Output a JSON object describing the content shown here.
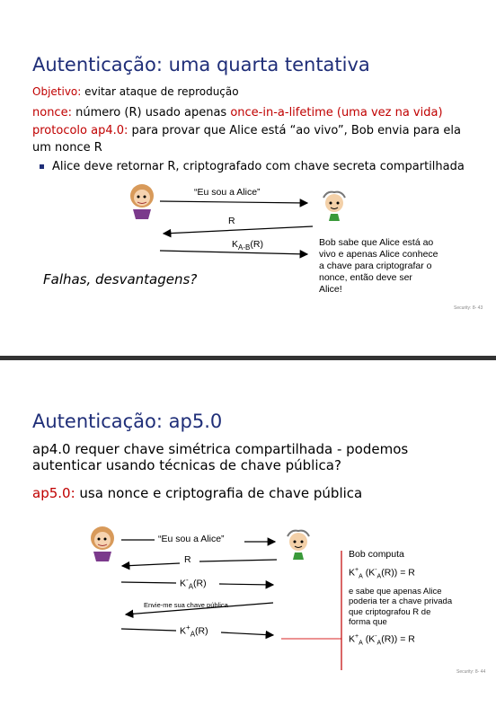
{
  "slide1": {
    "title": "Autenticação: uma quarta tentativa",
    "goal_label": "Objetivo:",
    "goal_text": " evitar ataque de reprodução",
    "nonce_label": "nonce:",
    "nonce_text": " número (R) usado apenas ",
    "nonce_highlight": "once-in-a-lifetime (uma vez na vida)",
    "protocol_label": "protocolo ap4.0:",
    "protocol_text1": " para provar que Alice está “ao vivo”, Bob envia para ela",
    "protocol_text2": "um nonce R",
    "bullet": "Alice deve retornar R, criptografado com chave secreta compartilhada",
    "msg1": "“Eu sou a Alice”",
    "msg2": "R",
    "msg3_key": "K",
    "msg3_sub": "A-B",
    "msg3_arg": "(R)",
    "bob_note": [
      "Bob sabe que Alice está ao",
      "vivo e apenas Alice conhece",
      "a chave para criptografar o",
      "nonce, então deve ser",
      "Alice!"
    ],
    "question": "Falhas, desvantagens?",
    "footer": "Security: 8- 43"
  },
  "slide2": {
    "title": "Autenticação: ap5.0",
    "line1": "ap4.0 requer chave simétrica compartilhada - podemos",
    "line2": "autenticar usando técnicas de chave pública?",
    "ap5_label": "ap5.0:",
    "ap5_text": " usa nonce e criptografia de chave pública",
    "msg1": "“Eu sou a Alice”",
    "msg2": "R",
    "msg3": "K",
    "msg3_sup": "-",
    "msg3_sub": "A",
    "msg3_arg": "(R)",
    "msg4": "Envie-me sua chave pública",
    "msg5": "K",
    "msg5_sup": "+",
    "msg5_sub": "A",
    "msg5_arg": "(R)",
    "bob_title": "Bob computa",
    "eq1": "K",
    "eq1_tail": "(K",
    "eq1_end": "(R)) = R",
    "bob_text": [
      "e sabe que apenas Alice",
      "poderia ter a chave privada",
      "que criptografou R de",
      "forma que"
    ],
    "eq2_end": "(R)) = R",
    "footer": "Security: 8- 44"
  },
  "colors": {
    "title": "#1f2e78",
    "accent_red": "#c00000",
    "divider": "#333333"
  }
}
